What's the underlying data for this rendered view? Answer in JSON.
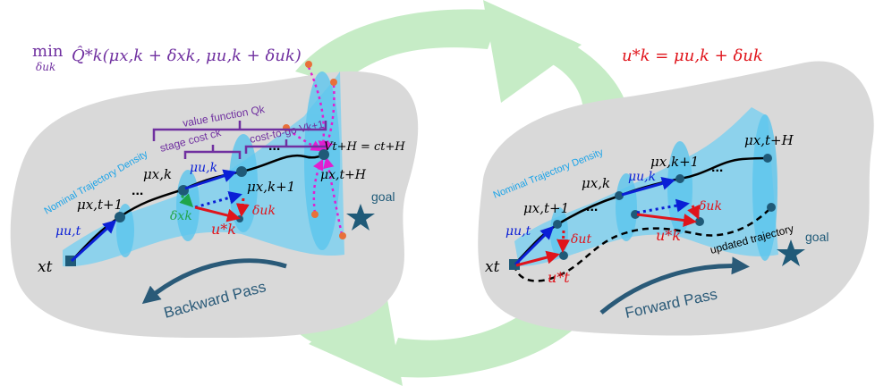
{
  "left_panel": {
    "objective": "min Q̂*k(μx,k + δxk, μu,k + δuk)",
    "objective_min": "min",
    "objective_sub": "δuk",
    "objective_expr": "Q̂*k(μx,k + δxk, μu,k + δuk)",
    "density_label": "Nominal Trajectory Density",
    "value_function_label": "value function Qk",
    "stage_cost_label": "stage cost ck",
    "cost_to_go_label": "cost-to-go Vk+1",
    "terminal_value": "Vt+H = ct+H",
    "nodes": {
      "x_t": "xt",
      "mu_x_t1": "μx,t+1",
      "mu_x_k": "μx,k",
      "mu_x_k1": "μx,k+1",
      "mu_x_tH": "μx,t+H"
    },
    "arrows": {
      "mu_u_t": "μu,t",
      "mu_u_k": "μu,k",
      "delta_x_k": "δxk",
      "u_star_k": "u*k",
      "delta_u_k": "δuk"
    },
    "dots": "...",
    "goal_label": "goal",
    "pass_label": "Backward Pass"
  },
  "right_panel": {
    "equation": "u*k = μu,k + δuk",
    "density_label": "Nominal Trajectory Density",
    "nodes": {
      "x_t": "xt",
      "mu_x_t1": "μx,t+1",
      "mu_x_k": "μx,k",
      "mu_x_k1": "μx,k+1",
      "mu_x_tH": "μx,t+H"
    },
    "arrows": {
      "mu_u_t": "μu,t",
      "mu_u_k": "μu,k",
      "delta_u_t": "δut",
      "u_star_t": "u*t",
      "delta_u_k": "δuk",
      "u_star_k": "u*k"
    },
    "dots": "...",
    "updated_label": "updated trajectory",
    "goal_label": "goal",
    "pass_label": "Forward Pass"
  },
  "colors": {
    "cycle_green": "#c6ecc6",
    "panel_gray": "#d9d9d9",
    "tube_blue": "#7fd0ef",
    "node_teal": "#1f5a78",
    "control_blue": "#0a1fd6",
    "optimal_red": "#e0141b",
    "purple": "#7030a0",
    "magenta": "#e21fd0",
    "orange": "#e8703a",
    "density_cyan": "#1aa3e8",
    "pass_text": "#2a5a78",
    "green_arrow": "#1fa54a"
  }
}
